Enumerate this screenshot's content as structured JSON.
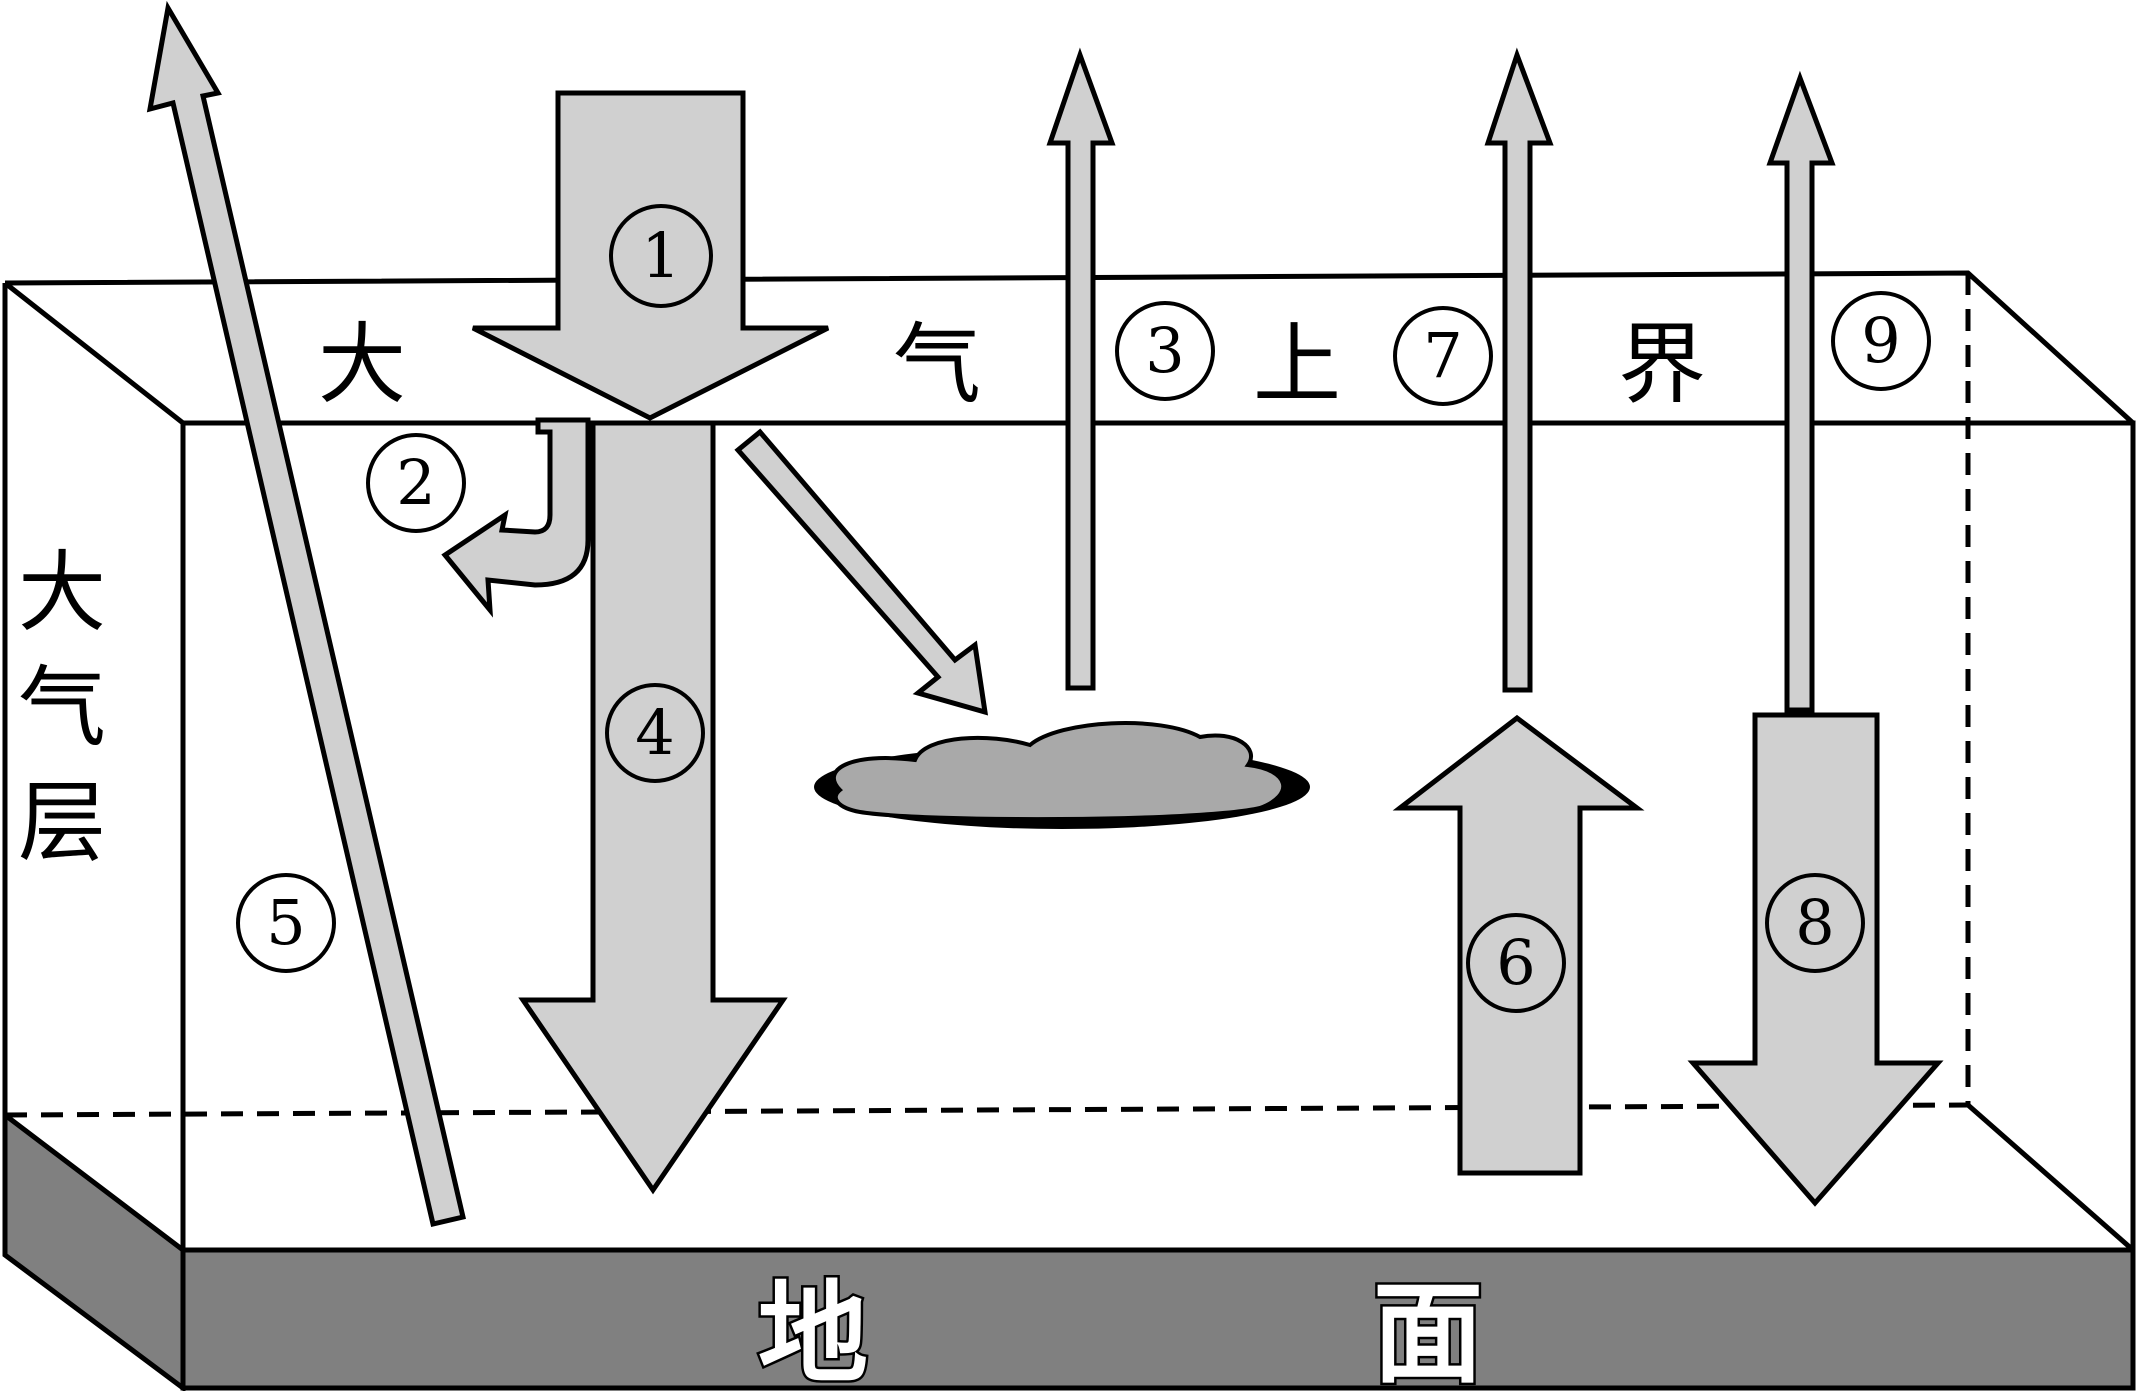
{
  "labels": {
    "top_boundary": [
      "大",
      "气",
      "上",
      "界"
    ],
    "atmosphere": [
      "大",
      "气",
      "层"
    ],
    "ground": [
      "地",
      "面"
    ]
  },
  "markers": {
    "m1": "1",
    "m2": "2",
    "m3": "3",
    "m4": "4",
    "m5": "5",
    "m6": "6",
    "m7": "7",
    "m8": "8",
    "m9": "9"
  },
  "colors": {
    "arrow_fill": "#d0d0d0",
    "ground_fill": "#808080",
    "cloud_fill": "#a9a9a9"
  }
}
